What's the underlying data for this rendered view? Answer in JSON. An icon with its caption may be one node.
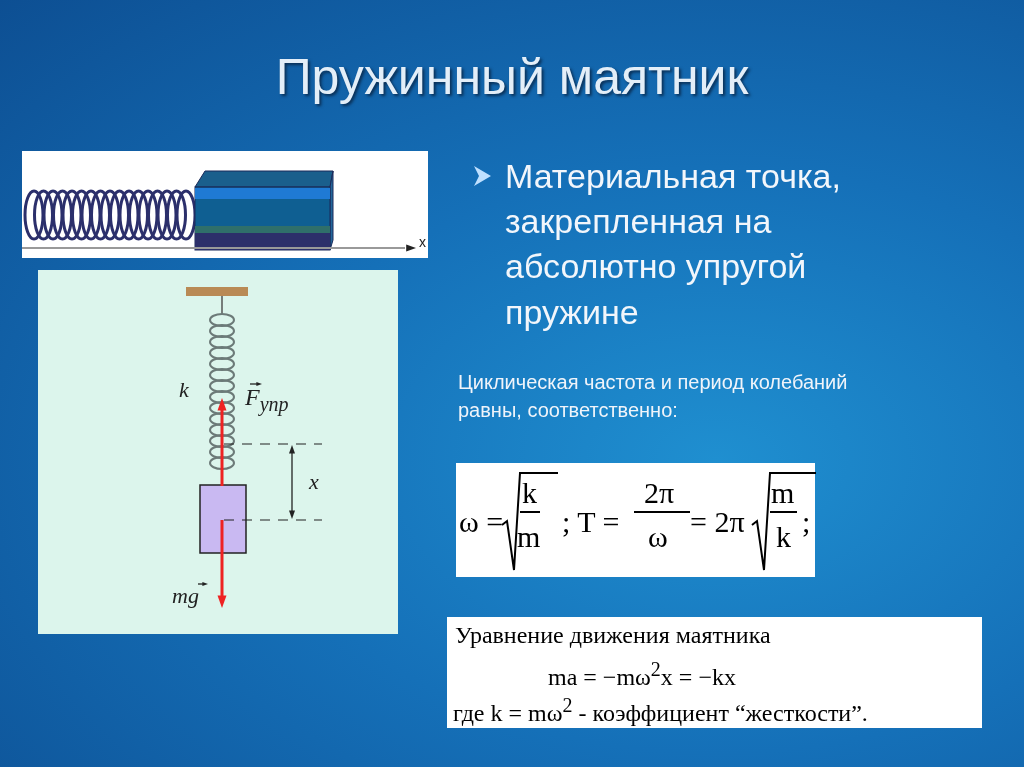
{
  "diagram": {
    "title": "Пружинный маятник",
    "labels": [
      "x",
      "k",
      "F$_{упр}$",
      "x",
      "mg",
      "Материальная точка, закрепленная на абсолютно упругой пружине",
      "Циклическая частота и период колебаний равны, соответственно:",
      "ω =",
      "k",
      "m",
      "; T =",
      "2π",
      "ω",
      "= 2π",
      "m",
      "k",
      ";",
      "Уравнение движения маятника",
      "ma = −mω$^{2}$x = −kx",
      "где k = mω$^{2}$ - коэффициент “жесткости”."
    ]
  }
}
